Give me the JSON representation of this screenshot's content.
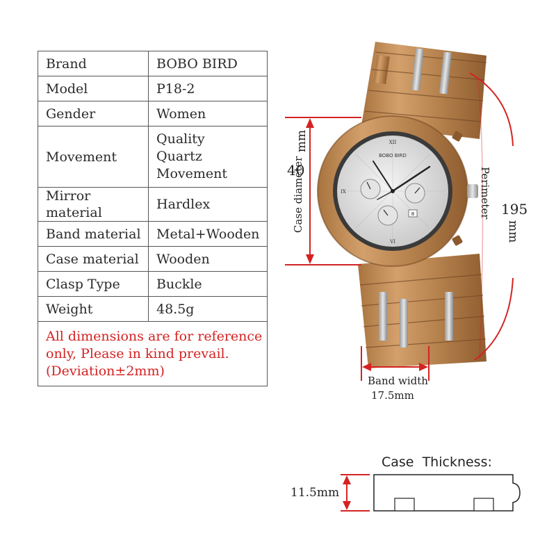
{
  "specs": [
    {
      "label": "Brand",
      "value": "BOBO BIRD"
    },
    {
      "label": "Model",
      "value": "P18-2"
    },
    {
      "label": "Gender",
      "value": "Women"
    },
    {
      "label": "Movement",
      "value_lines": [
        "Quality",
        "Quartz",
        "Movement"
      ]
    },
    {
      "label": "Mirror material",
      "value": "Hardlex"
    },
    {
      "label": "Band material",
      "value": "Metal+Wooden"
    },
    {
      "label": "Case material",
      "value": "Wooden"
    },
    {
      "label": "Clasp Type",
      "value": "Buckle"
    },
    {
      "label": "Weight",
      "value": "48.5g"
    }
  ],
  "note_lines": [
    "All dimensions are for reference",
    "only, Please in kind prevail.",
    "(Deviation±2mm)"
  ],
  "dimensions": {
    "case_diameter_label": "Case diameter",
    "case_diameter_value": "40",
    "case_diameter_unit": "mm",
    "perimeter_label": "Perimeter",
    "perimeter_value": "195",
    "perimeter_unit": "mm",
    "band_width_label": "Band width",
    "band_width_value": "17.5mm",
    "case_thickness_label": "Case  Thickness:",
    "case_thickness_value": "11.5mm"
  },
  "watch": {
    "dial_brand": "BOBO BIRD",
    "date_digit": "8",
    "numeral_xii": "XII",
    "numeral_ix": "IX",
    "numeral_vi": "VI"
  },
  "colors": {
    "accent_red": "#d42222",
    "wood": "#b9844f",
    "wood_dark": "#8a5a2e",
    "dial": "#dcdcdc"
  }
}
